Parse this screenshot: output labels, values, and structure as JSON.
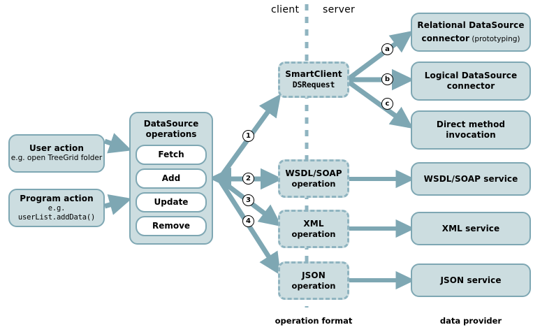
{
  "diagram": {
    "title_labels": {
      "client": "client",
      "server": "server",
      "operation_format": "operation format",
      "data_provider": "data provider"
    },
    "colors": {
      "node_fill": "#ccdde0",
      "node_border": "#7ea7b3",
      "arrow": "#7ea7b3",
      "dashed_border": "#8fb4c0",
      "text": "#000000",
      "pill_fill": "#ffffff"
    },
    "left_column": {
      "user_action": {
        "title": "User action",
        "example": "e.g. open TreeGrid folder"
      },
      "program_action": {
        "title": "Program action",
        "example": "e.g. userList.addData()"
      }
    },
    "datasource_operations": {
      "title_line1": "DataSource",
      "title_line2": "operations",
      "operations": [
        "Fetch",
        "Add",
        "Update",
        "Remove"
      ]
    },
    "operation_format_column": [
      {
        "line1": "SmartClient",
        "line2": "DSRequest",
        "mono_line2": true
      },
      {
        "line1": "WSDL/SOAP",
        "line2": "operation",
        "mono_line2": false
      },
      {
        "line1": "XML",
        "line2": "operation",
        "mono_line2": false
      },
      {
        "line1": "JSON",
        "line2": "operation",
        "mono_line2": false
      }
    ],
    "data_provider_column": [
      {
        "line1": "Relational DataSource",
        "line2": "connector",
        "line2_suffix": " (prototyping)"
      },
      {
        "line1": "Logical DataSource",
        "line2": "connector",
        "line2_suffix": ""
      },
      {
        "line1": "Direct method",
        "line2": "invocation",
        "line2_suffix": ""
      },
      {
        "line1": "WSDL/SOAP service",
        "line2": "",
        "line2_suffix": ""
      },
      {
        "line1": "XML service",
        "line2": "",
        "line2_suffix": ""
      },
      {
        "line1": "JSON service",
        "line2": "",
        "line2_suffix": ""
      }
    ],
    "numbered_badges": [
      "1",
      "2",
      "3",
      "4"
    ],
    "lettered_badges": [
      "a",
      "b",
      "c"
    ]
  }
}
